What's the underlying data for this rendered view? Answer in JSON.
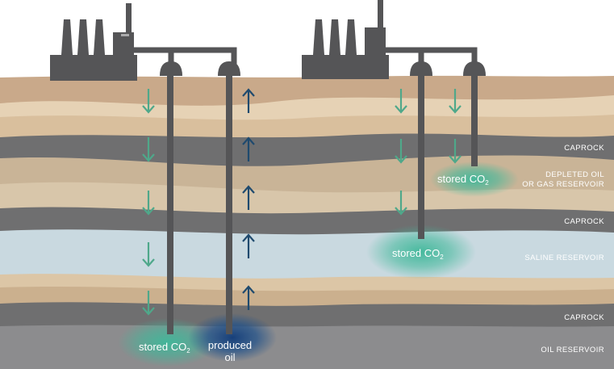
{
  "layers": {
    "caprock_1": "CAPROCK",
    "depleted_line1": "DEPLETED OIL",
    "depleted_line2": "OR GAS RESERVOIR",
    "caprock_2": "CAPROCK",
    "saline": "SALINE RESERVOIR",
    "caprock_3": "CAPROCK",
    "oil_reservoir": "OIL RESERVOIR"
  },
  "labels": {
    "stored_co2_prefix": "stored CO",
    "co2_subscript": "2",
    "produced_line1": "produced",
    "produced_line2": "oil"
  },
  "colors": {
    "surface_soil": "#c9a98a",
    "sand_light": "#e6d2b5",
    "caprock": "#6f6f70",
    "depleted_reservoir": "#c9b497",
    "saline_reservoir": "#c9d9e0",
    "oil_reservoir": "#8c8c8e",
    "structures": "#555557",
    "injection_arrow": "#4fa88a",
    "production_arrow": "#1f4a6e",
    "co2_plume": "#3fb89a",
    "oil_plume": "#1c4f8a"
  }
}
